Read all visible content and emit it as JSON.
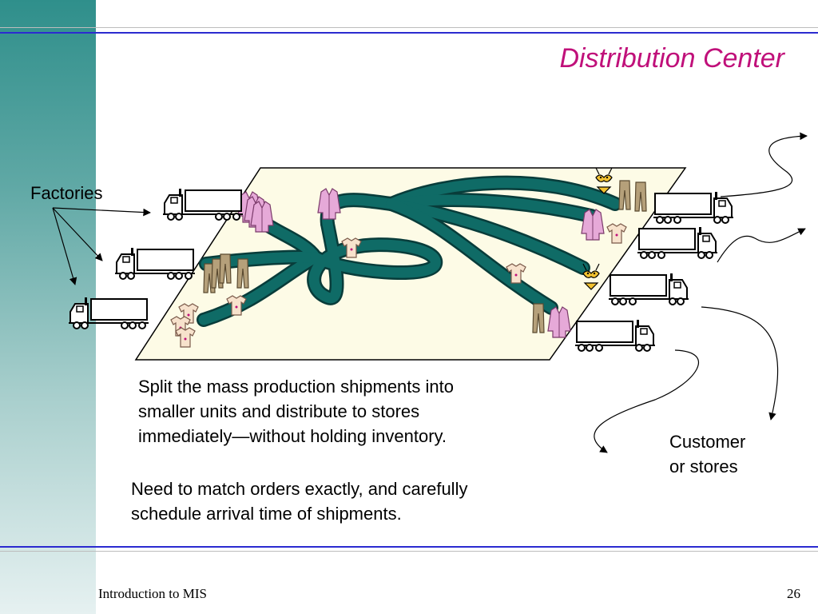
{
  "slide": {
    "title": "Distribution Center",
    "factories_label": "Factories",
    "customer_label_line1": "Customer",
    "customer_label_line2": "or stores",
    "paragraph1_line1": "Split the mass production shipments into",
    "paragraph1_line2": "smaller units and distribute to stores",
    "paragraph1_line3": "immediately—without holding inventory.",
    "paragraph2_line1": "Need to match orders exactly, and carefully",
    "paragraph2_line2": "schedule arrival time of shipments."
  },
  "footer": {
    "course": "Introduction to MIS",
    "page_number": "26"
  },
  "colors": {
    "title": "#c0107a",
    "accent_rule": "#2b2bd0",
    "sidebar": "#2f8f8b",
    "floor": "#fdfbe6",
    "belt": "#0f6b66",
    "shirt_pink": "#e6a9d8",
    "shirt_cream": "#f7e2cc",
    "pants": "#b5a07a"
  }
}
